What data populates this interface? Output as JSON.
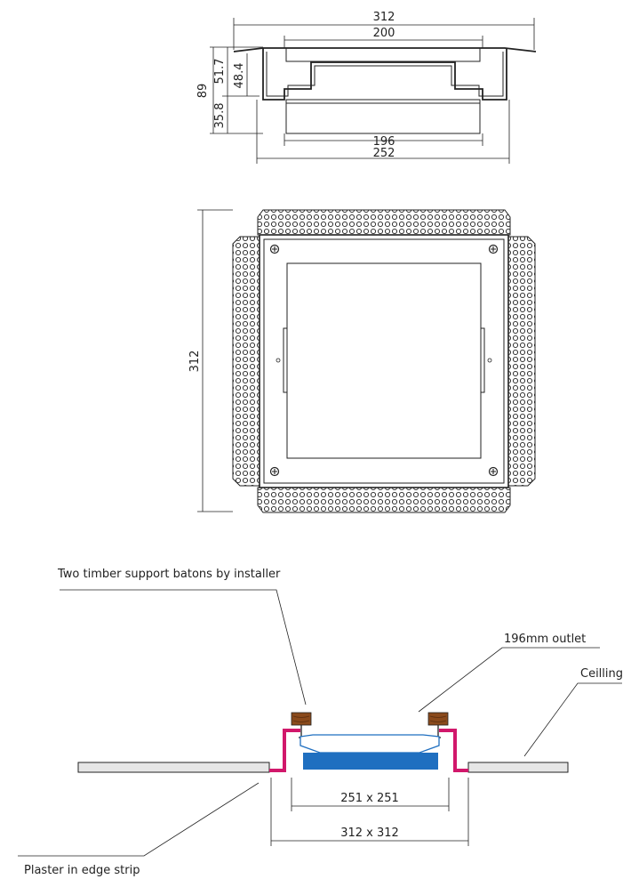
{
  "side_view": {
    "dim_top_outer": "312",
    "dim_top_inner": "200",
    "dim_height_total": "89",
    "dim_height_upper": "51.7",
    "dim_height_inner": "48.4",
    "dim_height_lower": "35.8",
    "dim_bottom_inner": "196",
    "dim_bottom_outer": "252"
  },
  "plan_view": {
    "dim_side": "312"
  },
  "section_view": {
    "label_batons": "Two timber support batons by installer",
    "label_outlet": "196mm outlet",
    "label_ceiling": "Ceilling",
    "label_plaster": "Plaster in edge strip",
    "dim_inner": "251 x 251",
    "dim_outer": "312 x 312",
    "colors": {
      "frame": "#d1186b",
      "diffuser": "#1f6fc0",
      "timber": "#8a4a1c",
      "ceiling": "#e6e6e6"
    }
  }
}
